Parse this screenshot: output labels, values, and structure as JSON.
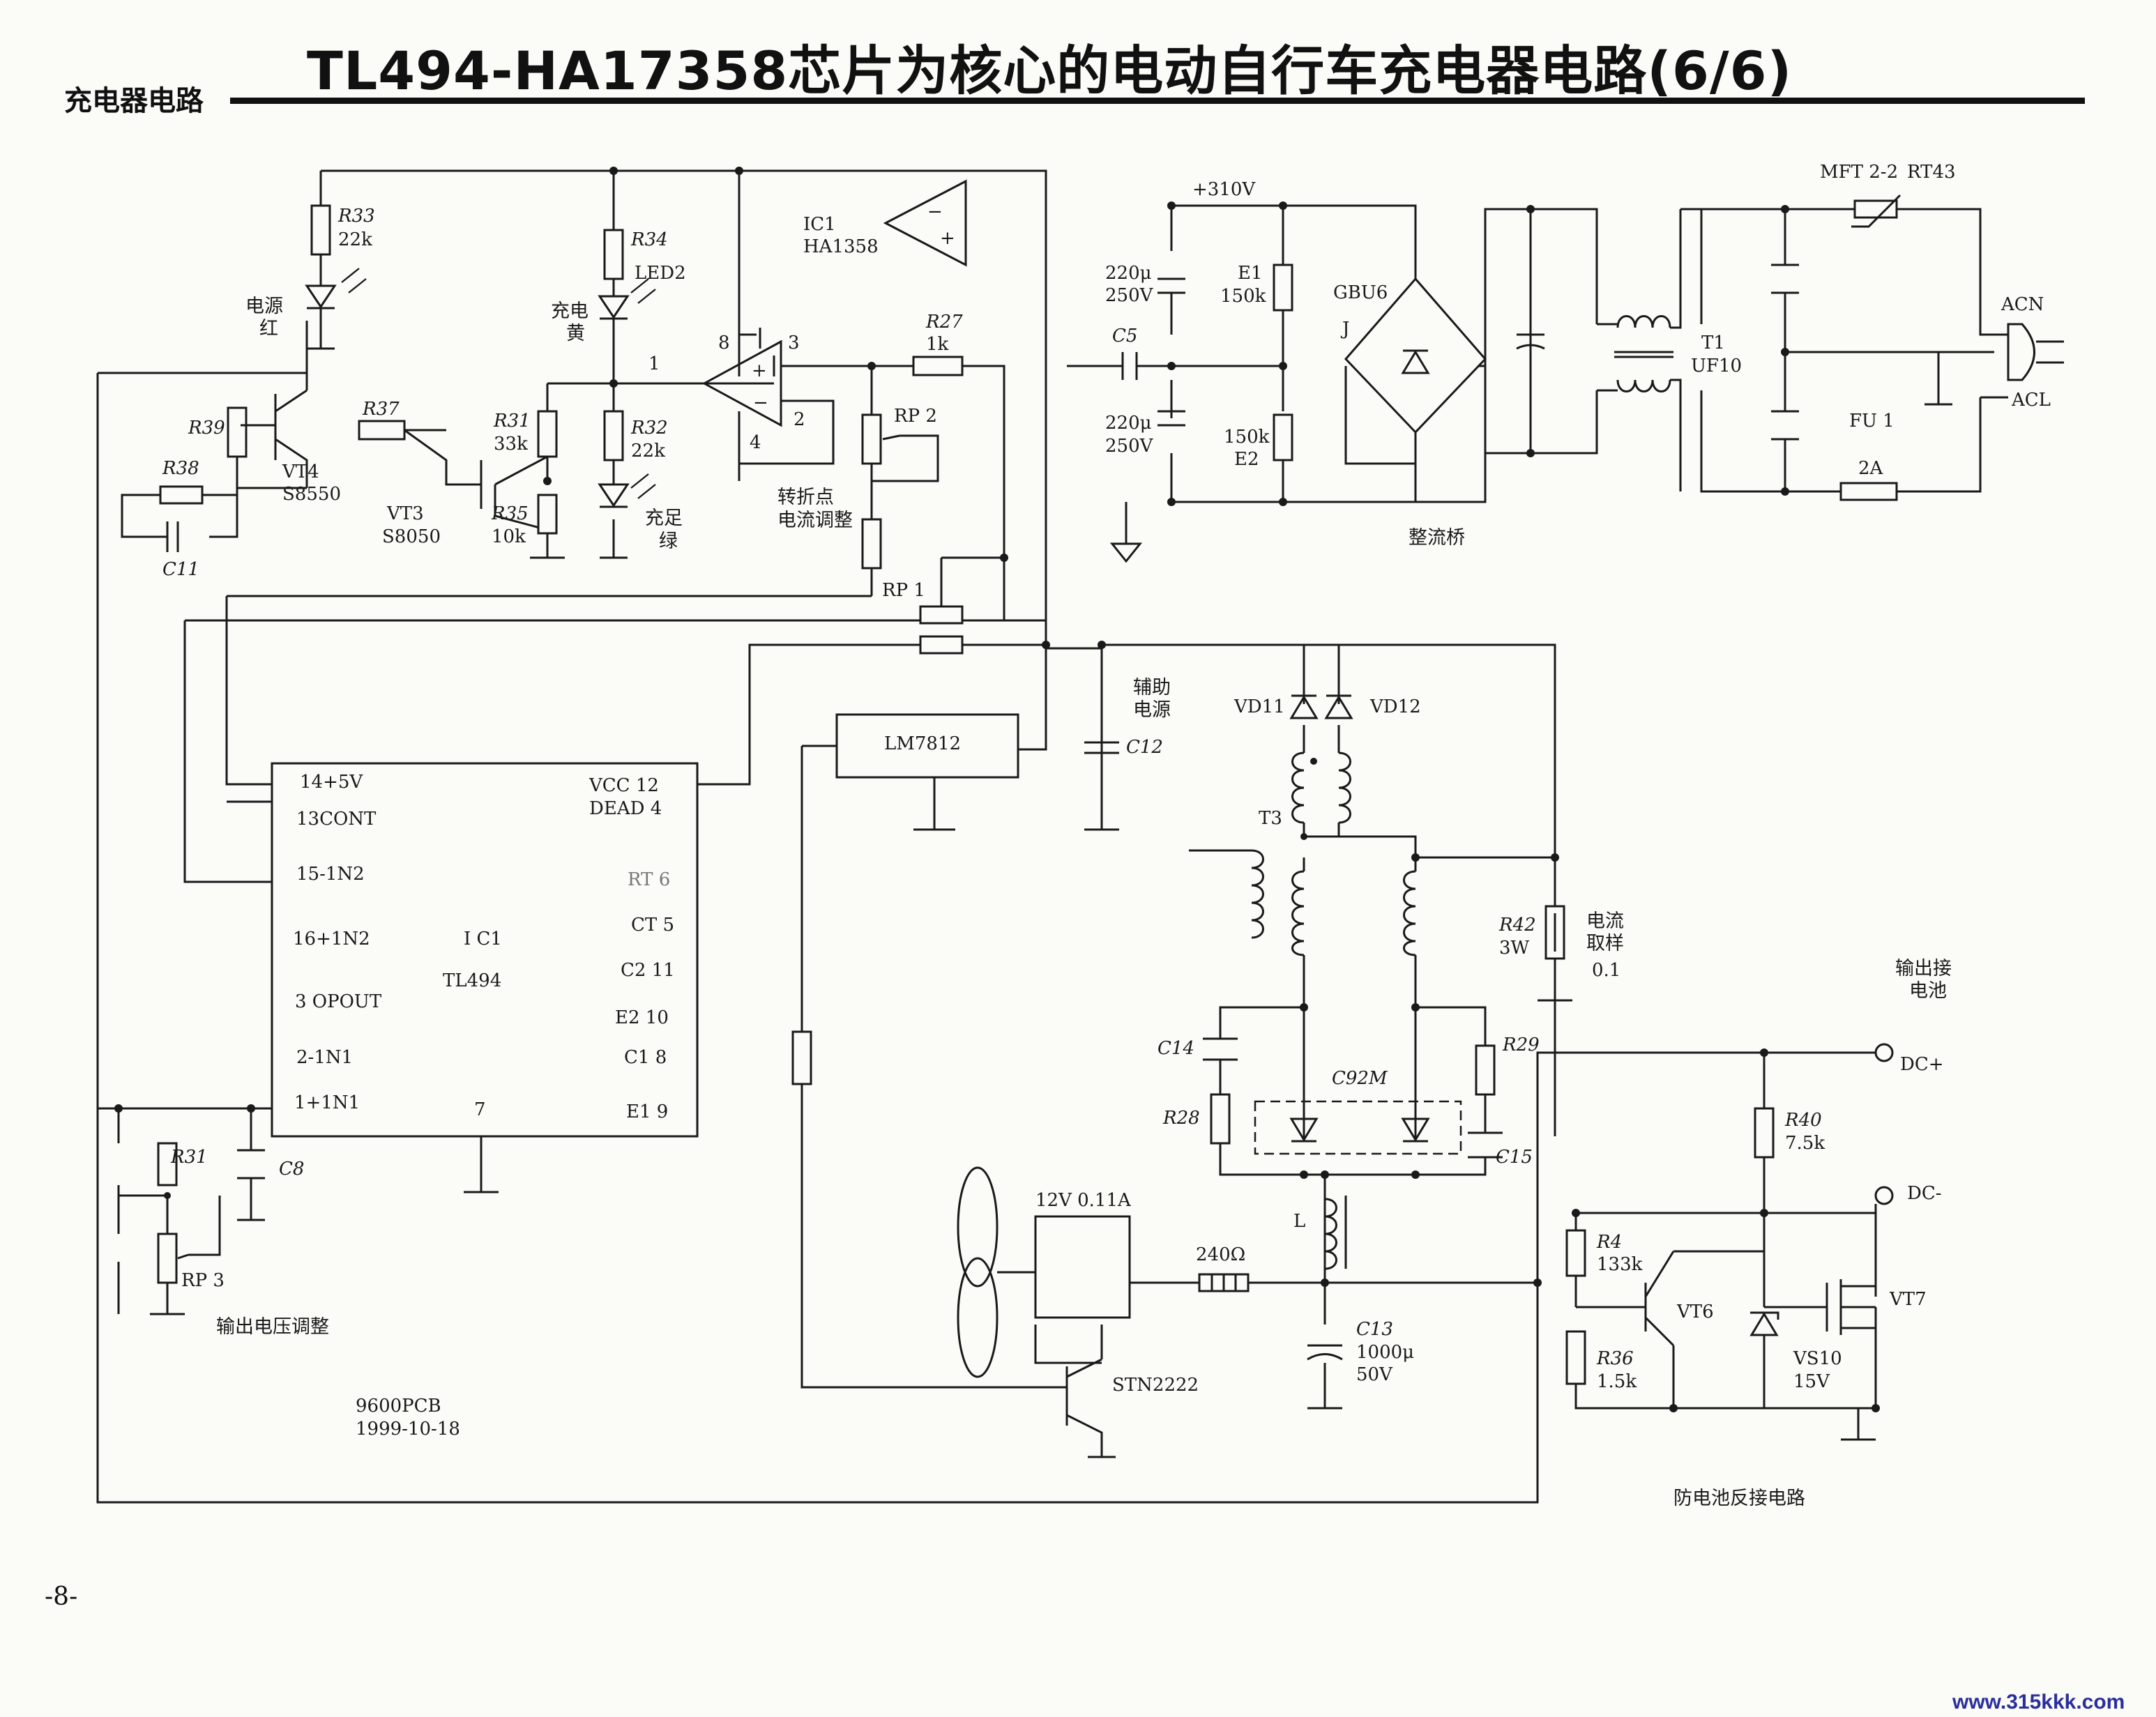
{
  "header": {
    "section": "充电器电路",
    "title": "TL494-HA17358芯片为核心的电动自行车充电器电路(6/6)"
  },
  "page_number": "-8-",
  "watermark": "www.315kkk.com",
  "labels": {
    "r33": "R33",
    "r33_val": "22k",
    "led_red_1": "电源",
    "led_red_2": "红",
    "r34": "R34",
    "led2": "LED2",
    "led_yel_1": "充电",
    "led_yel_2": "黄",
    "ic1_top": "IC1",
    "ic1_top_part": "HA1358",
    "r39": "R39",
    "r37": "R37",
    "r38": "R38",
    "c11": "C11",
    "vt4": "VT4",
    "vt4_part": "S8550",
    "vt3": "VT3",
    "vt3_part": "S8050",
    "r31a": "R31",
    "r31a_val": "33k",
    "r35": "R35",
    "r35_val": "10k",
    "r32": "R32",
    "r32_val": "22k",
    "led_grn_1": "充足",
    "led_grn_2": "绿",
    "pin8": "8",
    "pin3": "3",
    "pin1": "1",
    "pin2": "2",
    "pin4": "4",
    "r27": "R27",
    "r27_val": "1k",
    "rp2": "RP 2",
    "turn_1": "转折点",
    "turn_2": "电流调整",
    "rp1": "RP 1",
    "lm7812": "LM7812",
    "aux_1": "辅助",
    "aux_2": "电源",
    "c12": "C12",
    "v310": "+310V",
    "cap_a_1": "220μ",
    "cap_a_2": "250V",
    "cap_b_1": "220μ",
    "cap_b_2": "250V",
    "c5": "C5",
    "e1": "E1",
    "e1_val": "150k",
    "e2_val": "150k",
    "e2": "E2",
    "gbu6": "GBU6",
    "j": "J",
    "bridge": "整流桥",
    "t1": "T1",
    "t1_part": "UF10",
    "mft": "MFT 2-2",
    "rt43": "RT43",
    "acn": "ACN",
    "acl": "ACL",
    "fu1": "FU 1",
    "fuse_val": "2A",
    "vd11": "VD11",
    "vd12": "VD12",
    "t3": "T3",
    "r42": "R42",
    "r42_val": "3W",
    "sense_1": "电流",
    "sense_2": "取样",
    "sense_3": "0.1",
    "out_1": "输出接",
    "out_2": "电池",
    "c14": "C14",
    "r28": "R28",
    "c92m": "C92M",
    "r29": "R29",
    "c15": "C15",
    "l": "L",
    "c13": "C13",
    "c13_val": "1000μ",
    "c13_volt": "50V",
    "fan_rating": "12V  0.11A",
    "r240": "240Ω",
    "stn": "STN2222",
    "dcp": "DC+",
    "dcm": "DC-",
    "r40": "R40",
    "r40_val": "7.5k",
    "r4": "R4",
    "r4_val": "133k",
    "vt6": "VT6",
    "vt7": "VT7",
    "r36": "R36",
    "r36_val": "1.5k",
    "vs10": "VS10",
    "vs10_val": "15V",
    "rev_prot": "防电池反接电路",
    "r31b": "R31",
    "c8": "C8",
    "rp3": "RP 3",
    "vadj": "输出电压调整",
    "pcb": "9600PCB",
    "date": "1999-10-18",
    "tl_name": "I C1",
    "tl_part": "TL494",
    "pin7": "7"
  },
  "tl494_left_pins": [
    "14+5V",
    "13CONT",
    "15-1N2",
    "16+1N2",
    "3 OPOUT",
    "2-1N1",
    "1+1N1"
  ],
  "tl494_right_pins": [
    "VCC  12",
    "DEAD  4",
    "RT  6",
    "CT  5",
    "C2  11",
    "E2  10",
    "C1  8",
    "E1  9"
  ]
}
